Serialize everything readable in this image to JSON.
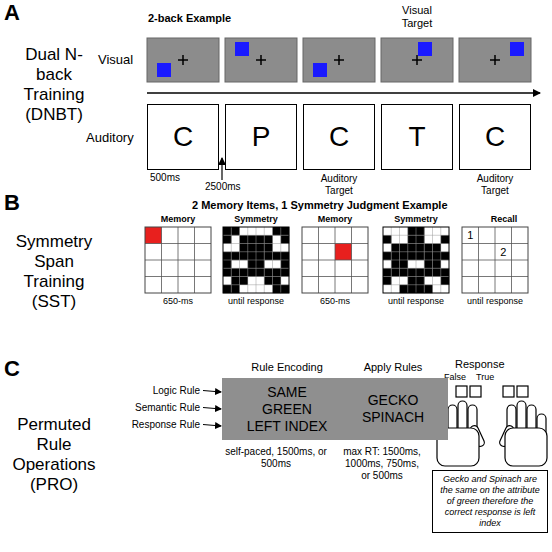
{
  "diagram": {
    "nodes": [
      {
        "text": [
          "C"
        ]
      },
      {
        "text": [
          "P"
        ]
      },
      {
        "text": [
          "C"
        ]
      },
      {
        "text": [
          "T"
        ]
      },
      {
        "text": [
          "C"
        ]
      },
      {
        "text": [
          "Recall",
          "1",
          "2"
        ]
      },
      {
        "text": [
          "Rule Encoding",
          "SAME",
          "GREEN",
          "LEFT INDEX"
        ]
      },
      {
        "text": [
          "Apply Rules",
          "GECKO SPINACH"
        ]
      },
      {
        "text": [
          "Gecko and Spinach are the same on the attribute of green therefore the correct response is left index"
        ]
      }
    ],
    "labels": [
      "A",
      "Dual N-back Training (DNBT)",
      "2-back Example",
      "Visual Target",
      "Visual",
      "Auditory",
      "500ms",
      "2500ms",
      "Auditory Target",
      "Auditory Target",
      "B",
      "Symmetry Span Training (SST)",
      "2 Memory Items, 1 Symmetry Judgment Example",
      "Memory",
      "Symmetry",
      "Memory",
      "Symmetry",
      "650-ms",
      "until response",
      "650-ms",
      "until response",
      "until response",
      "C",
      "Permuted Rule Operations (PRO)",
      "Logic Rule",
      "Semantic Rule",
      "Response Rule",
      "self-paced, 1500ms, or 500ms",
      "max RT: 1500ms, 1000ms, 750ms, or 500ms",
      "Response",
      "False",
      "True"
    ]
  }
}
